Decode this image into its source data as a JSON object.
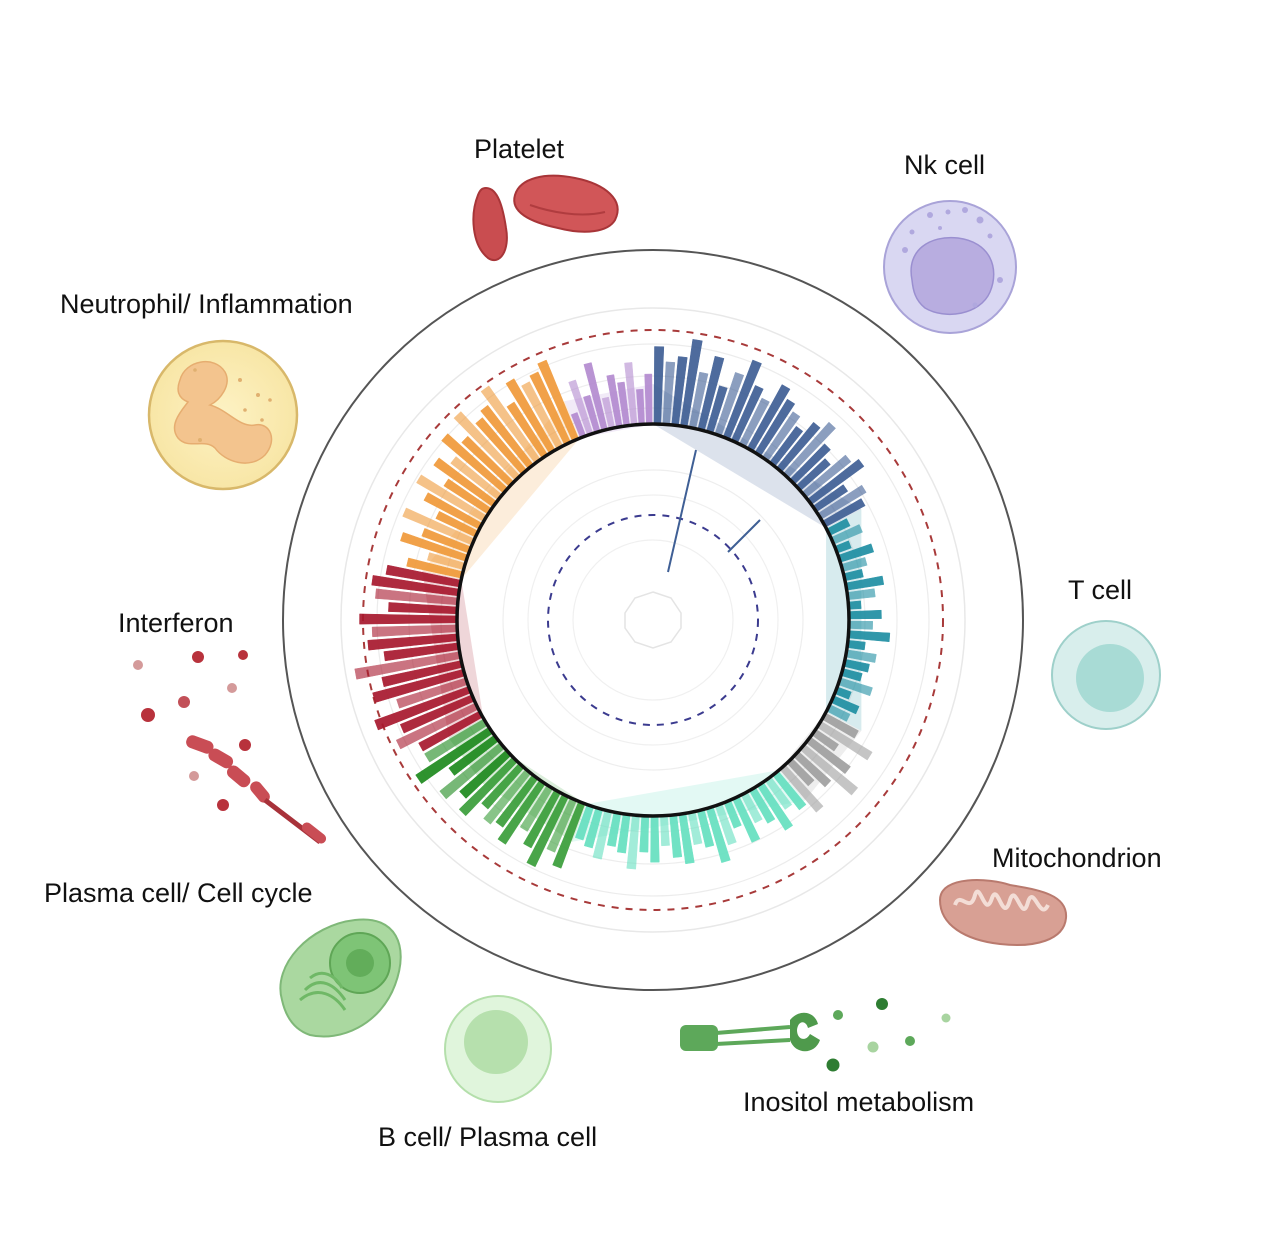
{
  "labels": {
    "platelet": "Platelet",
    "nk_cell": "Nk cell",
    "neutrophil": "Neutrophil/ Inflammation",
    "t_cell": "T cell",
    "interferon": "Interferon",
    "mitochondrion": "Mitochondrion",
    "plasma_cell_cycle": "Plasma cell/ Cell cycle",
    "inositol": "Inositol metabolism",
    "b_cell": "B cell/ Plasma cell"
  },
  "chart_data": {
    "type": "circular-bar",
    "groups": [
      {
        "key": "nk",
        "color": "#3f5f95",
        "start": 0,
        "end": 62,
        "values": [
          0.62,
          0.5,
          0.55,
          0.7,
          0.45,
          0.6,
          0.38,
          0.52,
          0.66,
          0.48,
          0.41,
          0.58,
          0.5,
          0.44,
          0.36,
          0.47,
          0.55,
          0.4,
          0.32,
          0.46,
          0.52,
          0.3,
          0.42,
          0.36
        ]
      },
      {
        "key": "tcell",
        "color": "#1f8fa3",
        "start": 62,
        "end": 118,
        "values": [
          0.18,
          0.25,
          0.12,
          0.28,
          0.2,
          0.15,
          0.3,
          0.22,
          0.1,
          0.26,
          0.19,
          0.33,
          0.14,
          0.24,
          0.2,
          0.16,
          0.27,
          0.12,
          0.22,
          0.18
        ]
      },
      {
        "key": "mito",
        "color": "#a0a0a0",
        "start": 118,
        "end": 140,
        "values": [
          0.3,
          0.48,
          0.22,
          0.4,
          0.55,
          0.35,
          0.25,
          0.45
        ]
      },
      {
        "key": "inositol",
        "color": "#66e0c0",
        "start": 140,
        "end": 200,
        "values": [
          0.35,
          0.28,
          0.42,
          0.3,
          0.25,
          0.38,
          0.22,
          0.33,
          0.45,
          0.3,
          0.26,
          0.4,
          0.34,
          0.24,
          0.37,
          0.29,
          0.43,
          0.31,
          0.27,
          0.39,
          0.32,
          0.28
        ]
      },
      {
        "key": "bcell",
        "color": "#3a9e3a",
        "start": 200,
        "end": 226,
        "values": [
          0.55,
          0.45,
          0.62,
          0.5,
          0.4,
          0.58,
          0.48,
          0.52,
          0.44,
          0.6
        ]
      },
      {
        "key": "plasma",
        "color": "#1e8a1e",
        "start": 226,
        "end": 240,
        "values": [
          0.5,
          0.62,
          0.45,
          0.7,
          0.55
        ]
      },
      {
        "key": "interferon",
        "color": "#a8192e",
        "start": 240,
        "end": 282,
        "values": [
          0.55,
          0.7,
          0.62,
          0.8,
          0.58,
          0.75,
          0.65,
          0.85,
          0.6,
          0.72,
          0.68,
          0.78,
          0.55,
          0.66,
          0.7,
          0.6
        ]
      },
      {
        "key": "neutrophil",
        "color": "#f09a3a",
        "start": 282,
        "end": 338,
        "values": [
          0.45,
          0.3,
          0.55,
          0.4,
          0.6,
          0.35,
          0.5,
          0.62,
          0.42,
          0.58,
          0.48,
          0.65,
          0.52,
          0.7,
          0.55,
          0.6,
          0.72,
          0.5,
          0.66,
          0.58,
          0.62,
          0.68
        ]
      },
      {
        "key": "platelet",
        "color": "#b48bd0",
        "start": 338,
        "end": 360,
        "values": [
          0.2,
          0.45,
          0.3,
          0.55,
          0.25,
          0.42,
          0.35,
          0.5,
          0.28,
          0.4
        ]
      }
    ]
  }
}
